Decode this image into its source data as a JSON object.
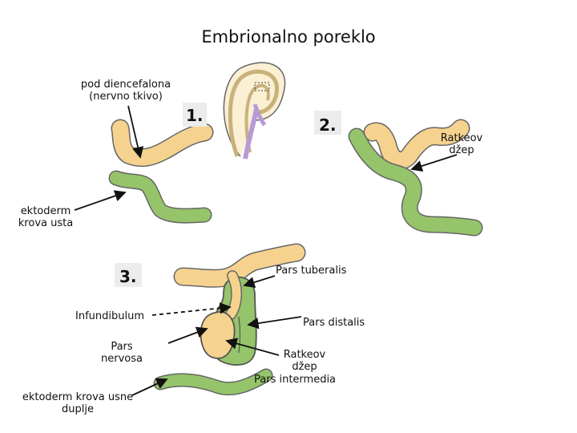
{
  "title": "Embrionalno poreklo",
  "steps": [
    "1.",
    "2.",
    "3."
  ],
  "labels": {
    "diencephalon_floor": "pod diencefalona (nervno tkivo)",
    "oral_ectoderm": "ektoderm krova usta",
    "rathke_pouch_top": "Ratkeov džep",
    "pars_tuberalis": "Pars tuberalis",
    "infundibulum": "Infundibulum",
    "pars_distalis": "Pars distalis",
    "pars_nervosa": "Pars nervosa",
    "rathke_pouch_bottom": "Ratkeov džep",
    "pars_intermedia": "Pars intermedia",
    "oral_cavity_roof": "ektoderm krova usne duplje"
  },
  "colors": {
    "neural_tissue": "#f5d38f",
    "ectoderm": "#95c46a",
    "outline": "#555555",
    "purple": "#b89ad6",
    "step_box": "#ececec"
  }
}
